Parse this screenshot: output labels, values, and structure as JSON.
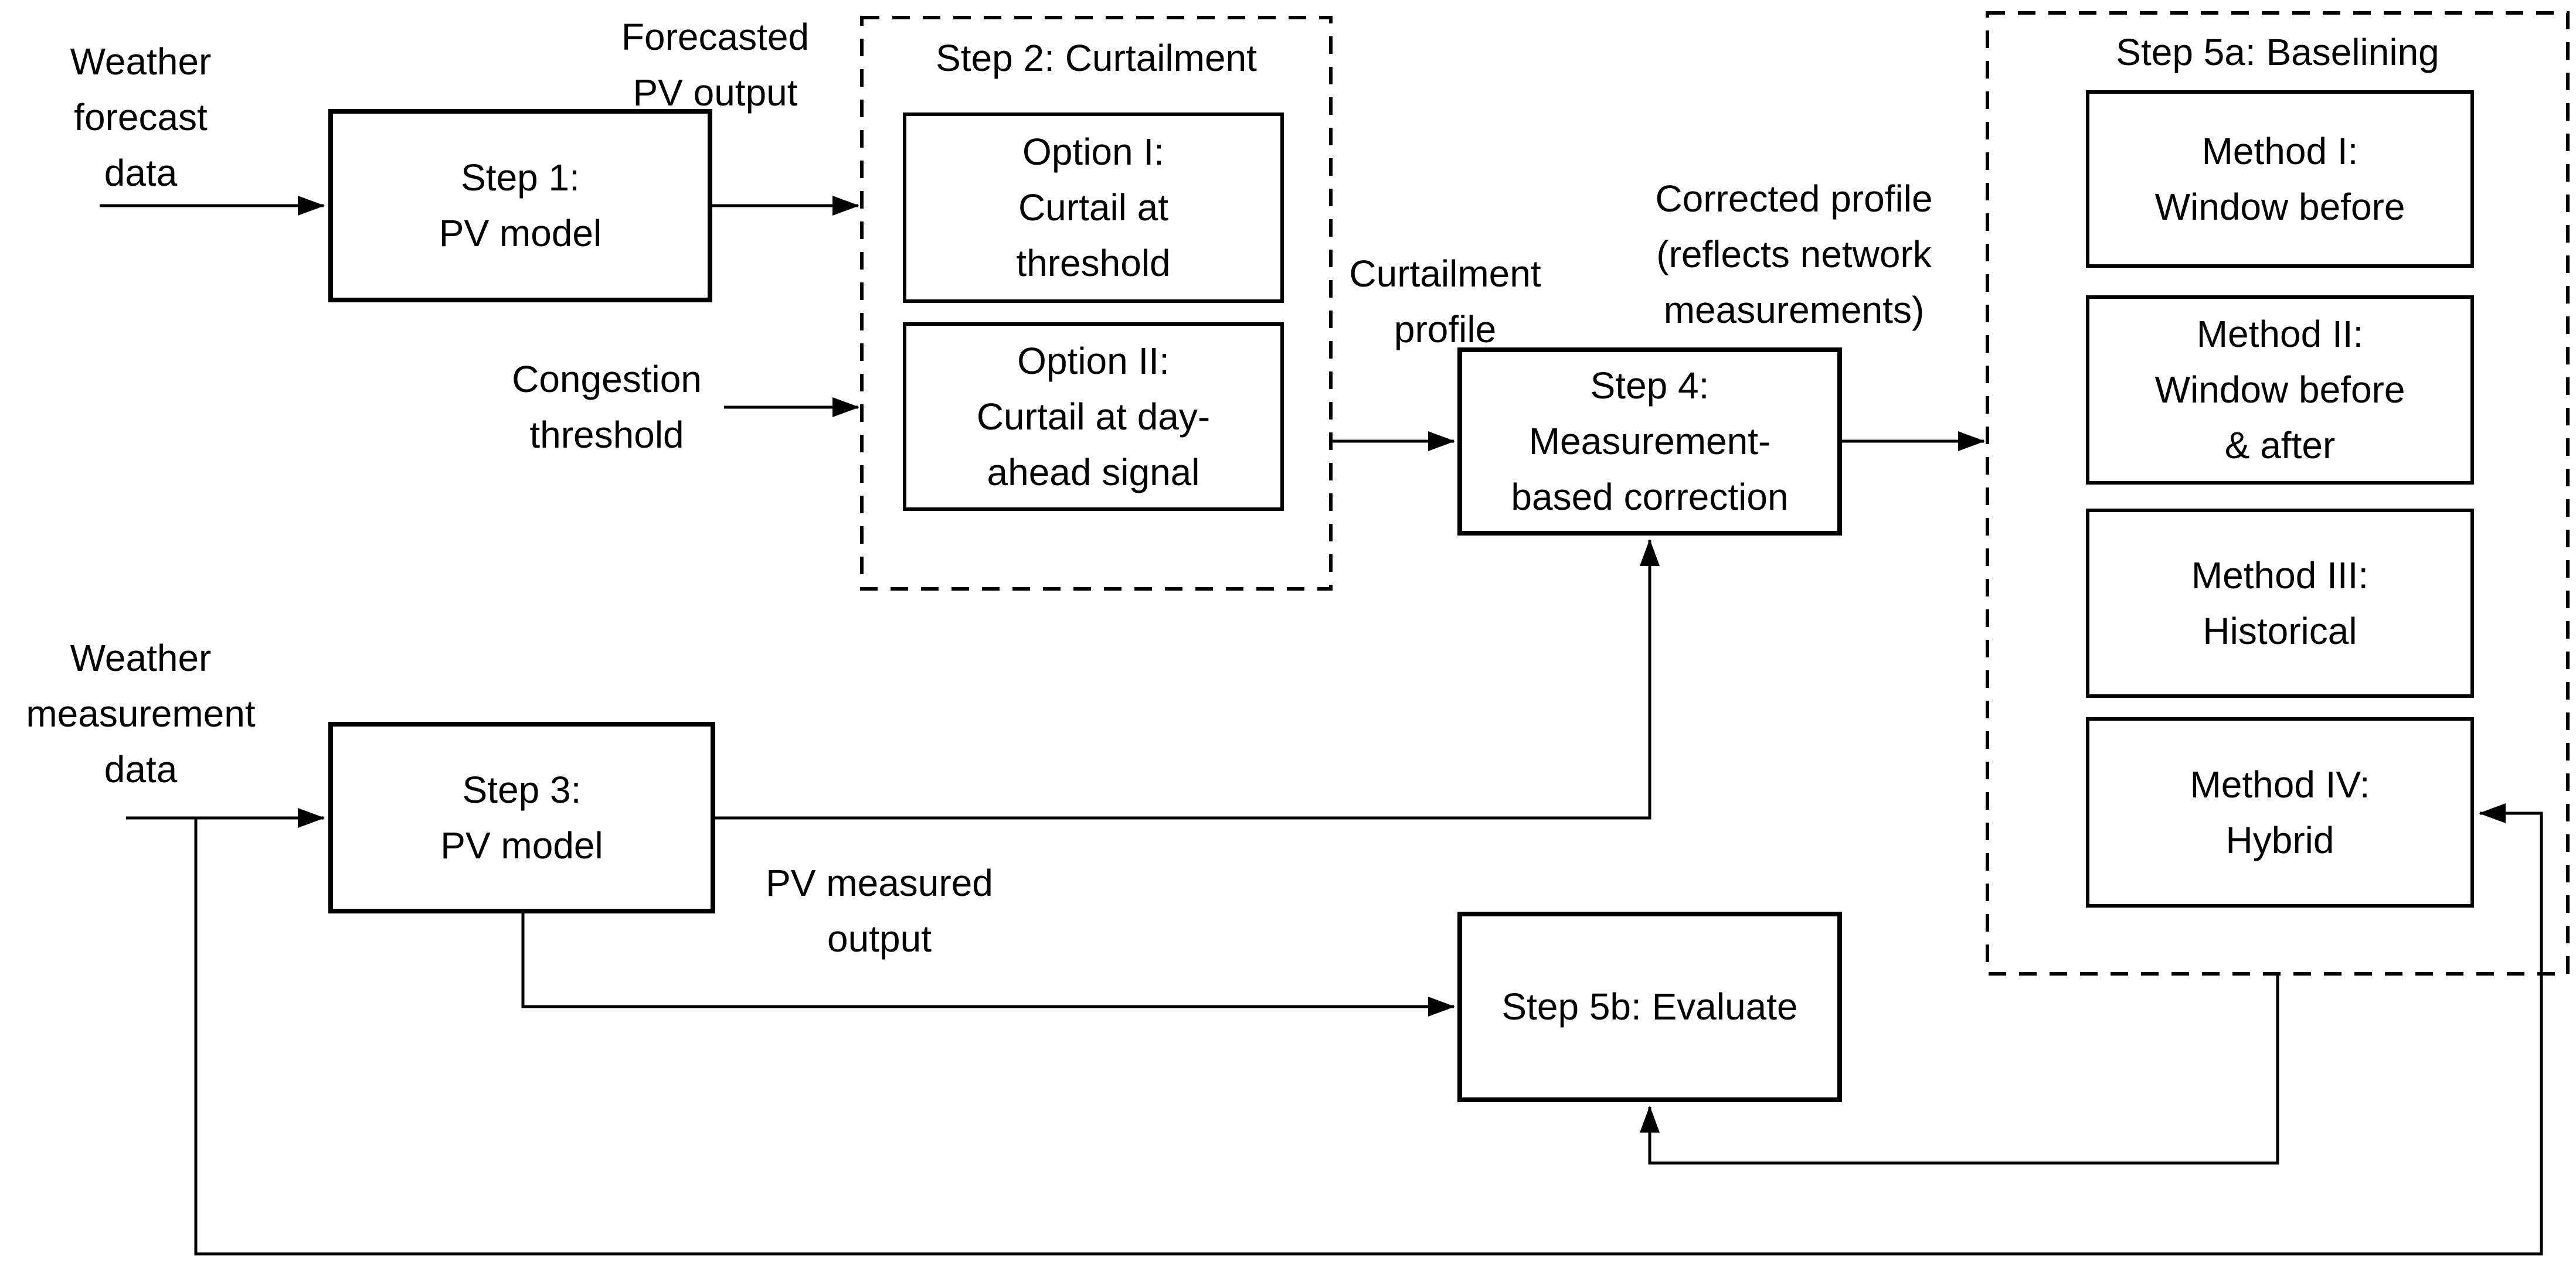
{
  "diagram": {
    "labels": {
      "weather_forecast": "Weather\nforecast\ndata",
      "forecasted_pv": "Forecasted\nPV output",
      "congestion": "Congestion\nthreshold",
      "curtailment_profile": "Curtailment\nprofile",
      "corrected_profile": "Corrected profile\n(reflects network\nmeasurements)",
      "pv_measured": "PV measured\noutput",
      "weather_measurement": "Weather\nmeasurement\ndata"
    },
    "boxes": {
      "step1": "Step 1:\nPV model",
      "step2_title": "Step 2: Curtailment",
      "option1": "Option I:\nCurtail at\nthreshold",
      "option2": "Option II:\nCurtail at day-\nahead signal",
      "step3": "Step 3:\nPV model",
      "step4": "Step 4:\nMeasurement-\nbased correction",
      "step5a_title": "Step 5a: Baselining",
      "method1": "Method I:\nWindow before",
      "method2": "Method II:\nWindow before\n& after",
      "method3": "Method III:\nHistorical",
      "method4": "Method IV:\nHybrid",
      "step5b": "Step 5b: Evaluate"
    },
    "colors": {
      "line": "#000000",
      "background": "#ffffff"
    }
  }
}
